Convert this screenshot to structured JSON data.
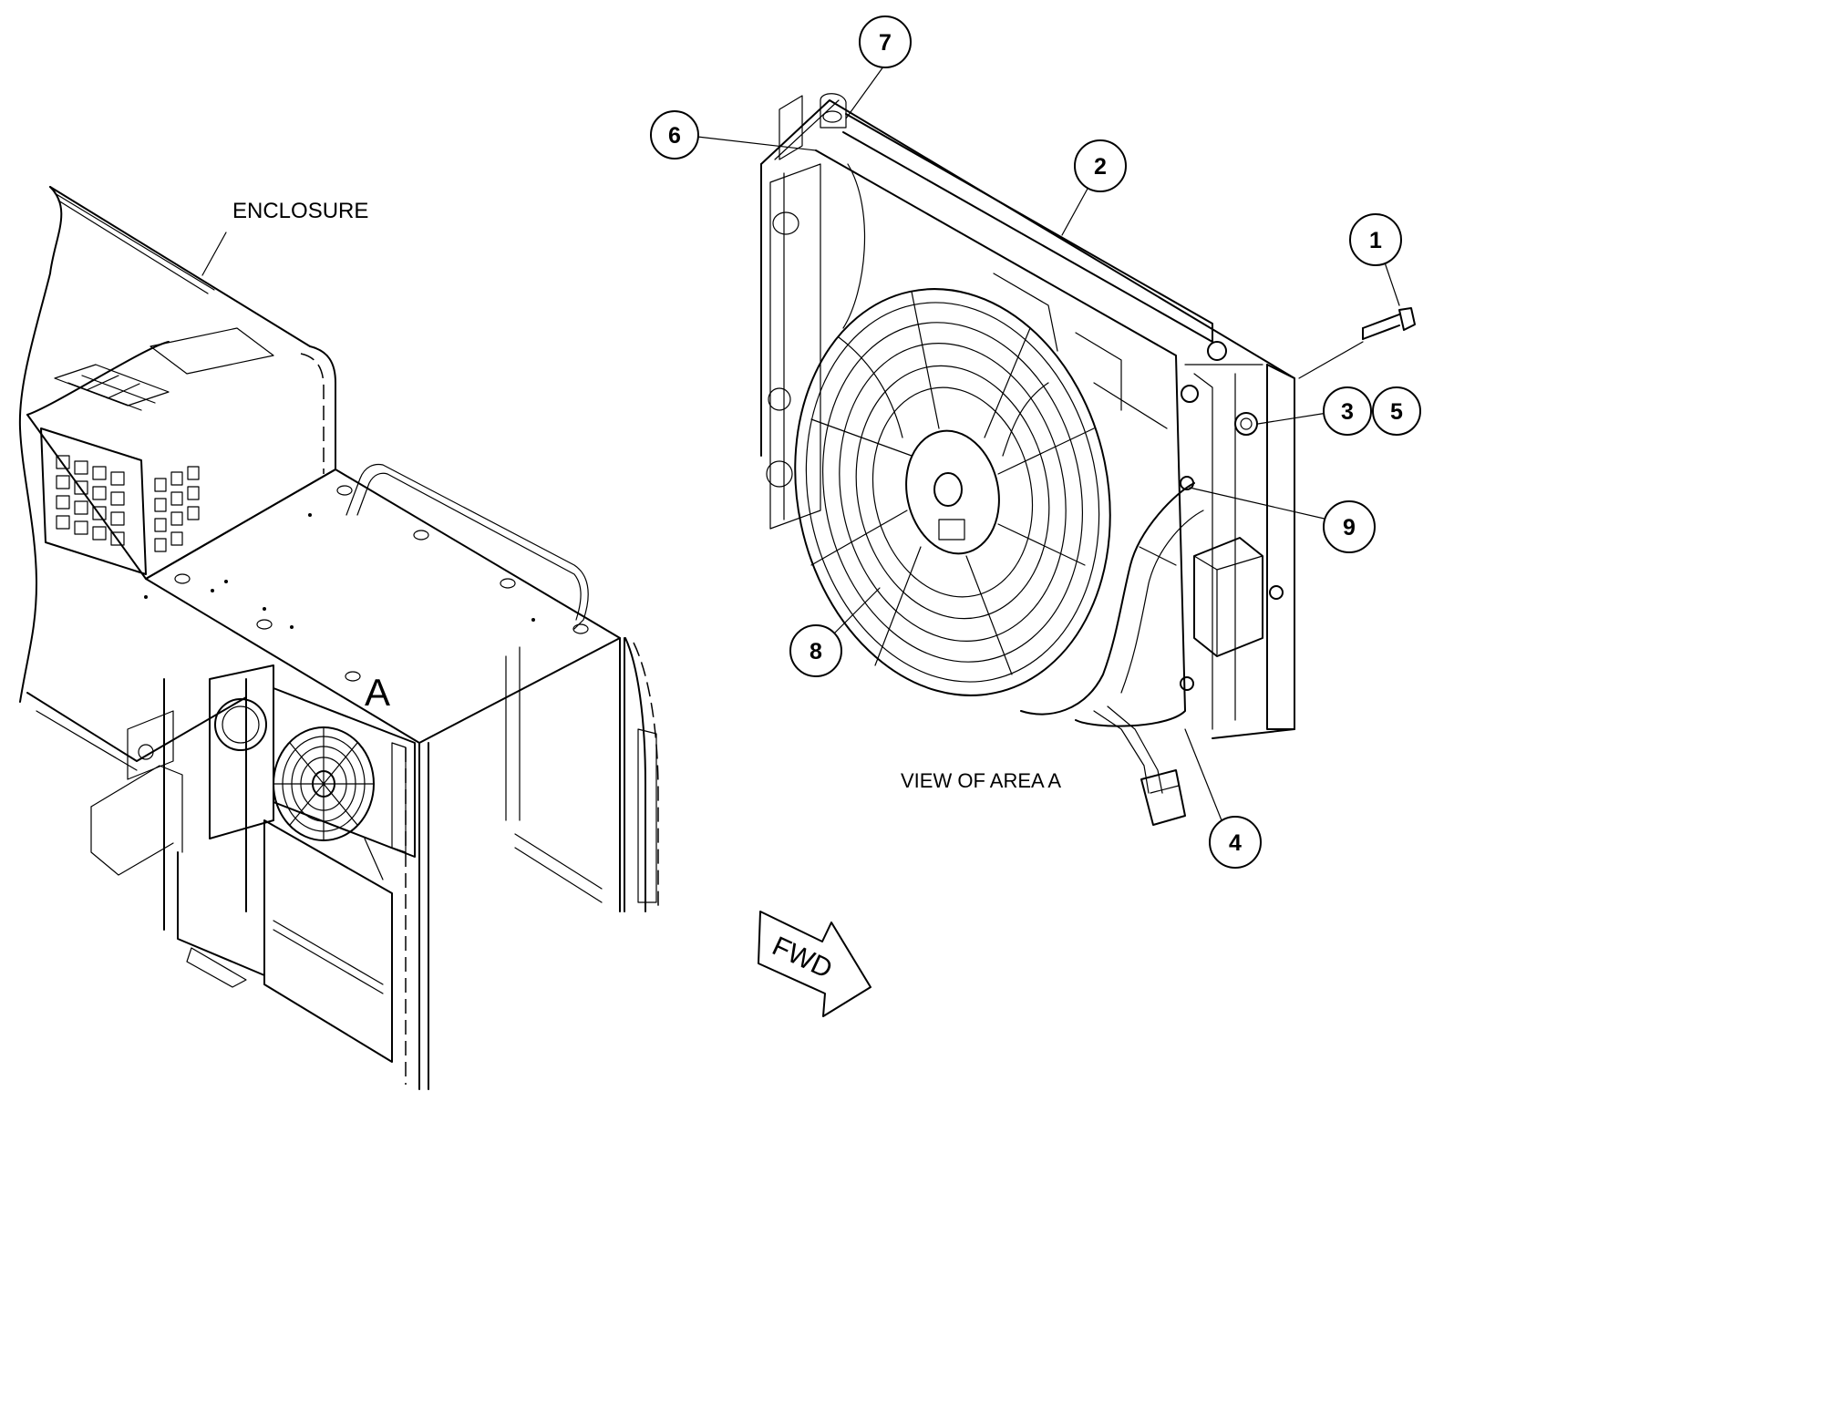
{
  "labels": {
    "enclosure": "ENCLOSURE",
    "area_marker": "A",
    "view_caption": "VIEW OF AREA A",
    "forward_arrow": "FWD"
  },
  "callouts": [
    {
      "id": "1",
      "text": "1"
    },
    {
      "id": "2",
      "text": "2"
    },
    {
      "id": "3",
      "text": "3"
    },
    {
      "id": "4",
      "text": "4"
    },
    {
      "id": "5",
      "text": "5"
    },
    {
      "id": "6",
      "text": "6"
    },
    {
      "id": "7",
      "text": "7"
    },
    {
      "id": "8",
      "text": "8"
    },
    {
      "id": "9",
      "text": "9"
    }
  ]
}
